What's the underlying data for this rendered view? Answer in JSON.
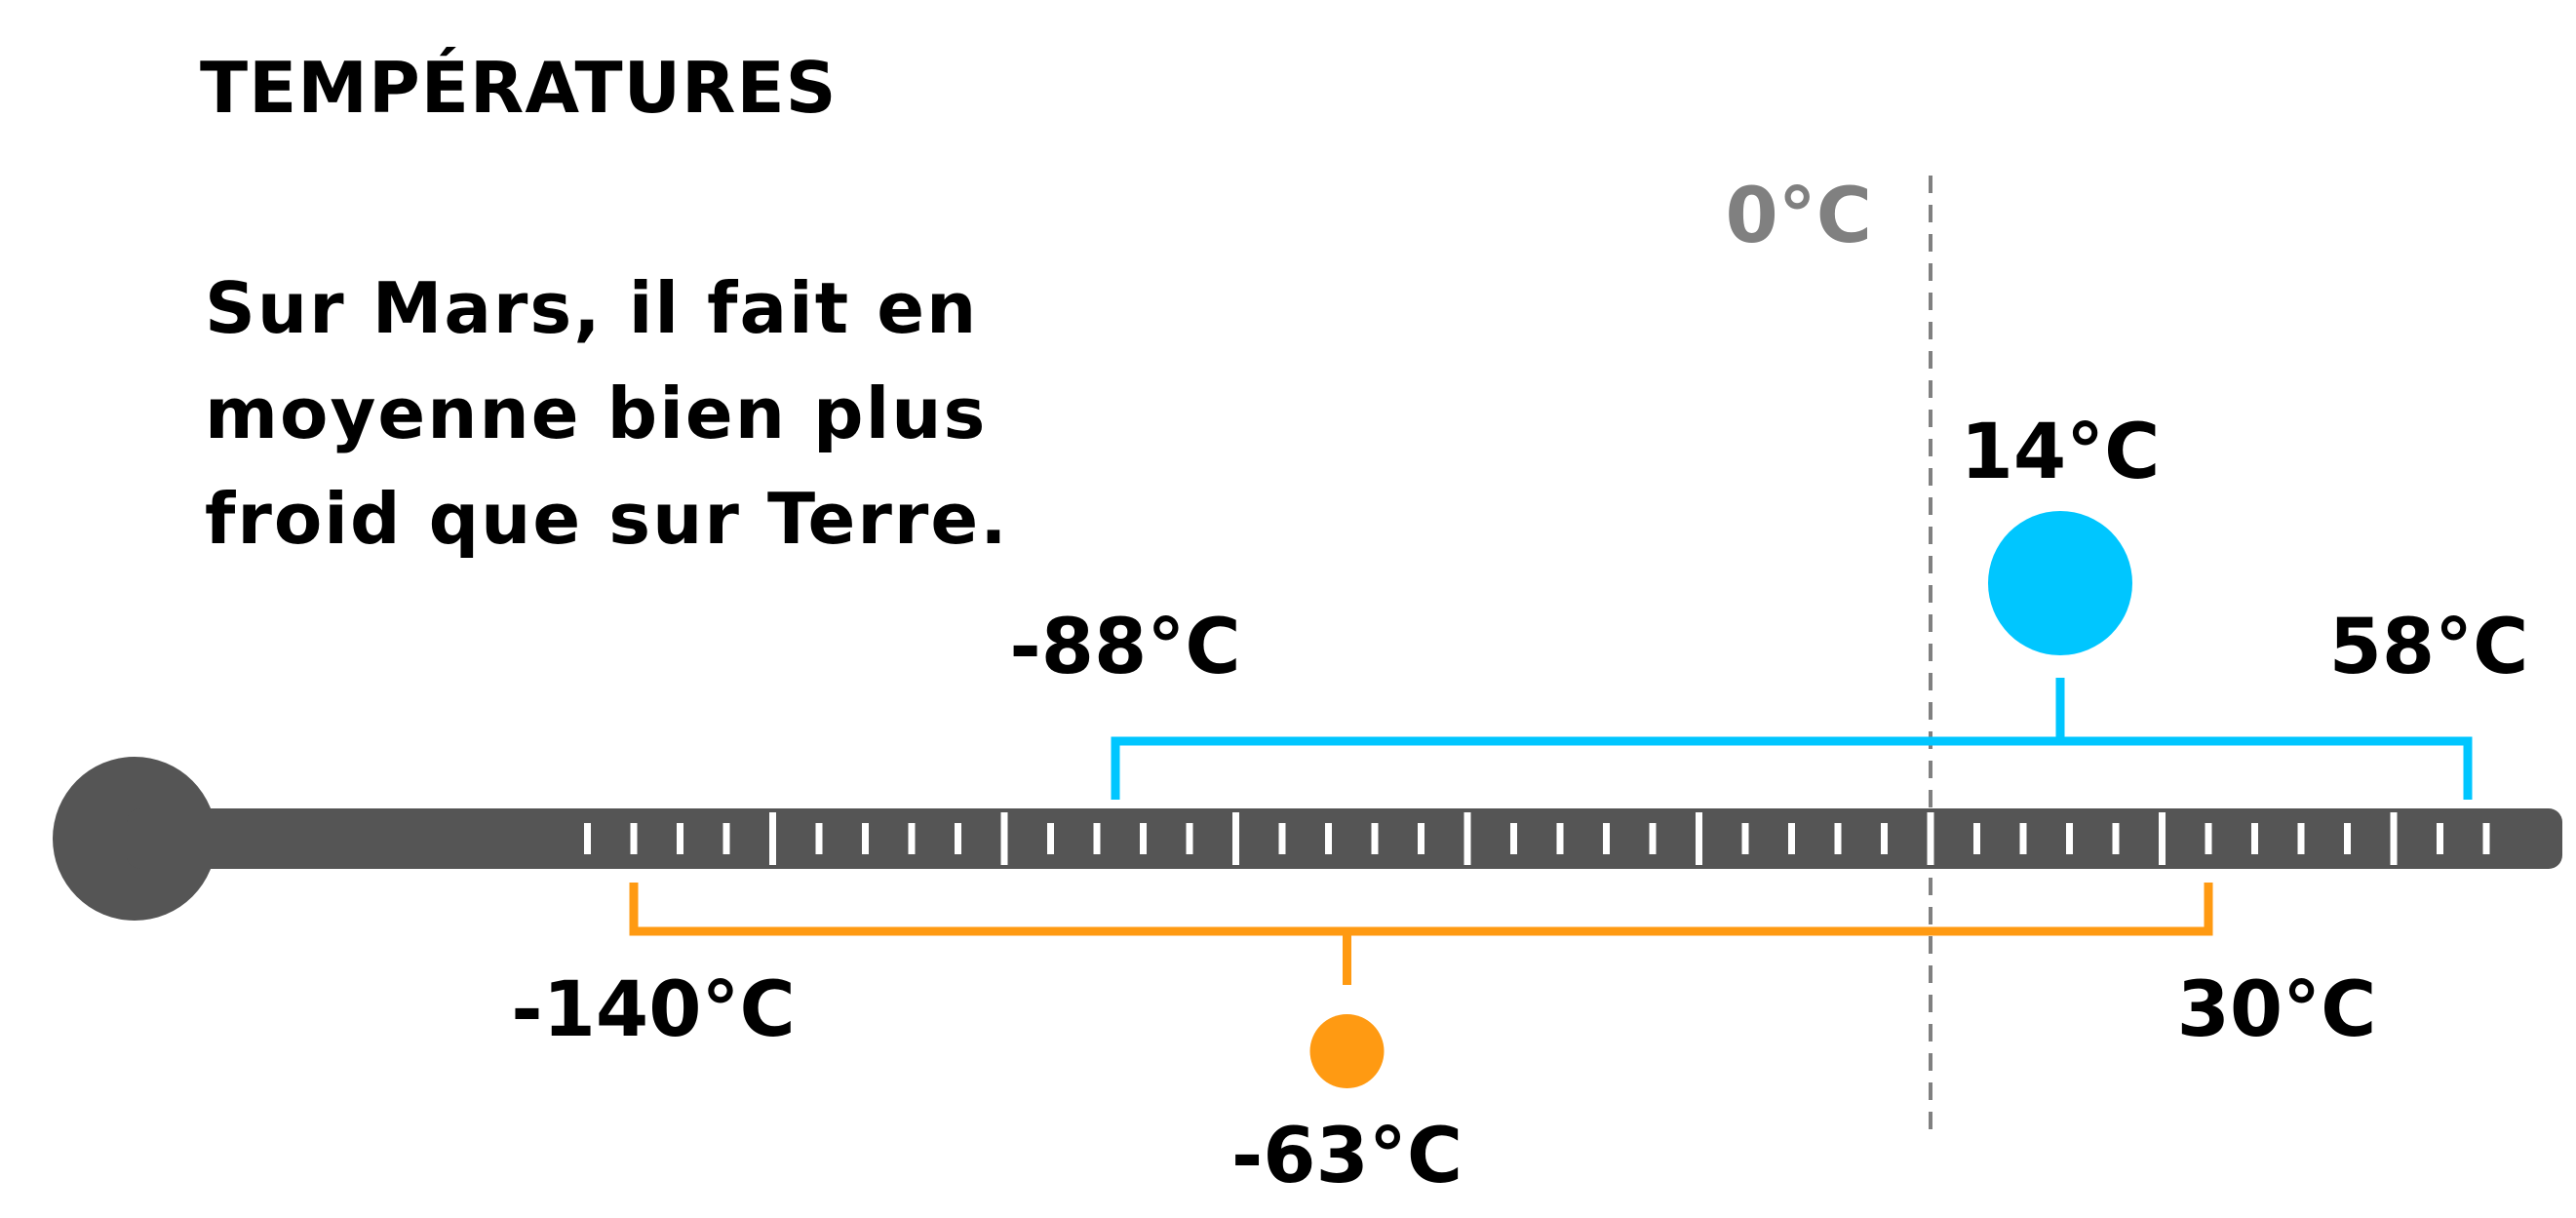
{
  "title": "TEMPÉRATURES",
  "description": {
    "lines": [
      "Sur Mars, il fait en",
      "moyenne bien plus",
      "froid que sur Terre."
    ]
  },
  "zero_line": {
    "value": 0,
    "label": "0°C",
    "color": "#808080"
  },
  "scale": {
    "min": -150,
    "max": 64,
    "minor_step": 5,
    "major_step": 25,
    "tube_color": "#555555",
    "tick_color": "#ffffff"
  },
  "ranges": [
    {
      "min": -88,
      "mean": 14,
      "max": 58,
      "min_label": "-88°C",
      "mean_label": "14°C",
      "max_label": "58°C",
      "color": "#00c6ff"
    },
    {
      "min": -140,
      "mean": -63,
      "max": 30,
      "min_label": "-140°C",
      "mean_label": "-63°C",
      "max_label": "30°C",
      "color": "#ff9a12"
    }
  ]
}
